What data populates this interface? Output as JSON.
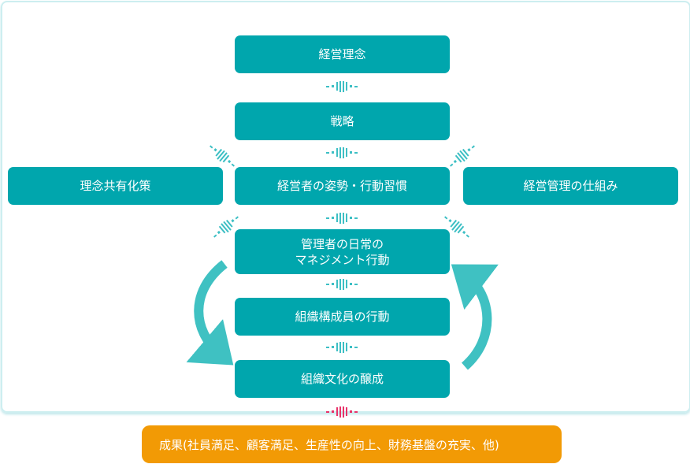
{
  "boxes": {
    "philosophy": "経営理念",
    "strategy": "戦略",
    "sharing": "理念共有化策",
    "executive": "経営者の姿勢・行動習慣",
    "management_system": "経営管理の仕組み",
    "manager_line1": "管理者の日常の",
    "manager_line2": "マネジメント行動",
    "members": "組織構成員の行動",
    "culture": "組織文化の醸成"
  },
  "result": "成果(社員満足、顧客満足、生産性の向上、財務基盤の充実、他)",
  "colors": {
    "box": "#00a6ad",
    "connector": "#3dbfc4",
    "result": "#f29a05",
    "result_connector": "#e8336a",
    "cycle_arrow": "#3fc1c2"
  }
}
